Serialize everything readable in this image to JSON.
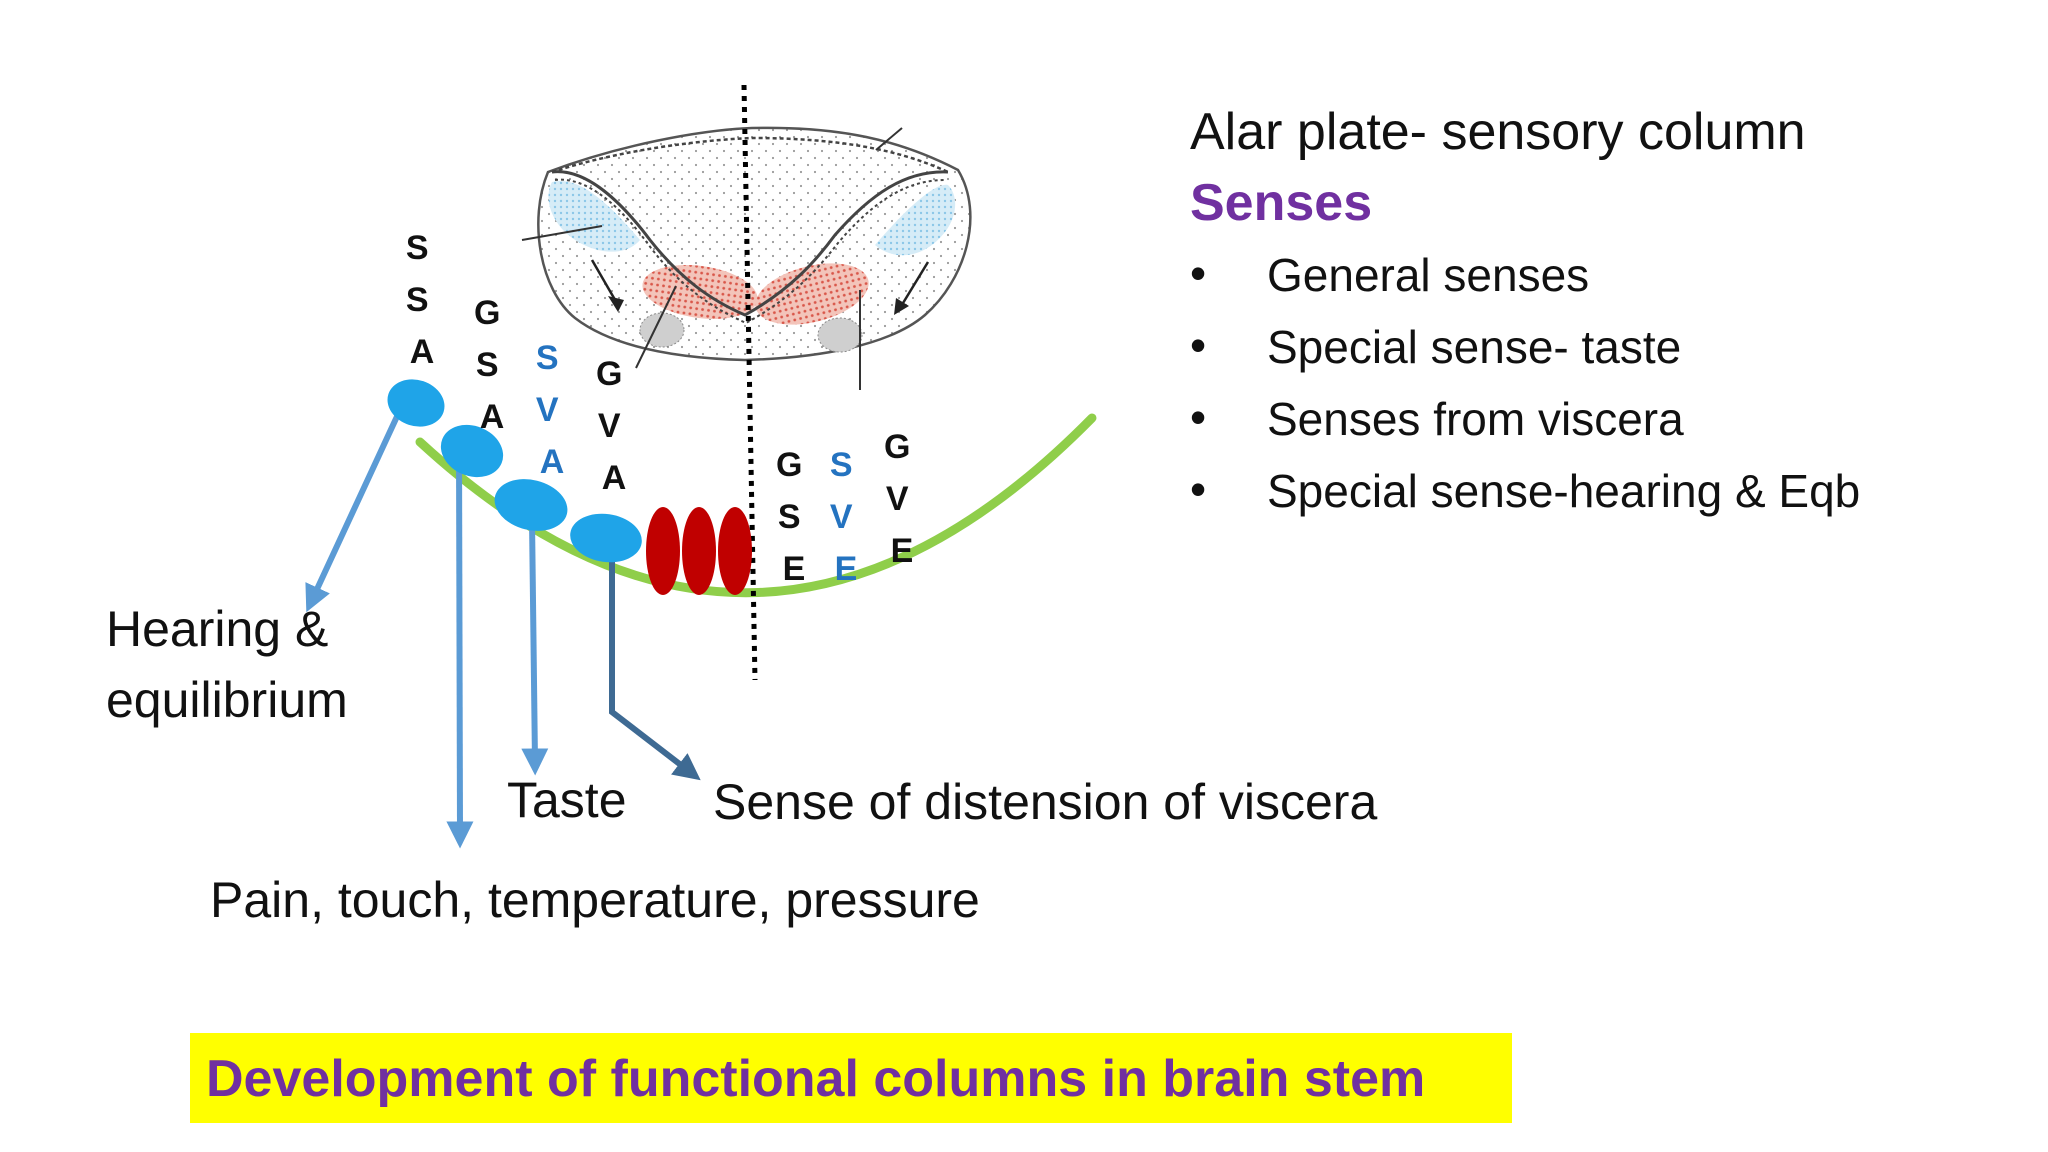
{
  "diagram": {
    "column_letters": {
      "ssa": "SSA",
      "gsa": "GSA",
      "sva": "SVA",
      "gva": "GVA",
      "gse": "GSE",
      "sve": "SVE",
      "gve": "GVE"
    },
    "labels": {
      "hearing_line1": "Hearing &",
      "hearing_line2": "equilibrium",
      "taste": "Taste",
      "distension": "Sense of distension of viscera",
      "pain": "Pain, touch, temperature, pressure"
    }
  },
  "side_panel": {
    "heading": "Alar plate- sensory column",
    "subheading": "Senses",
    "bullet_char": "•",
    "items": [
      "General senses",
      "Special sense- taste",
      "Senses from viscera",
      "Special sense-hearing & Eqb"
    ]
  },
  "caption": {
    "text": "Development of functional columns in brain stem"
  },
  "colors": {
    "sensory_nucleus": "#1fa4e8",
    "motor_nucleus": "#c00000",
    "green_curve": "#8fce4a",
    "arrow_light": "#5b9bd5",
    "arrow_dark": "#3e6a93",
    "special_letters": "#2473c0",
    "purple": "#7030a0",
    "caption_bg": "#ffff00"
  }
}
